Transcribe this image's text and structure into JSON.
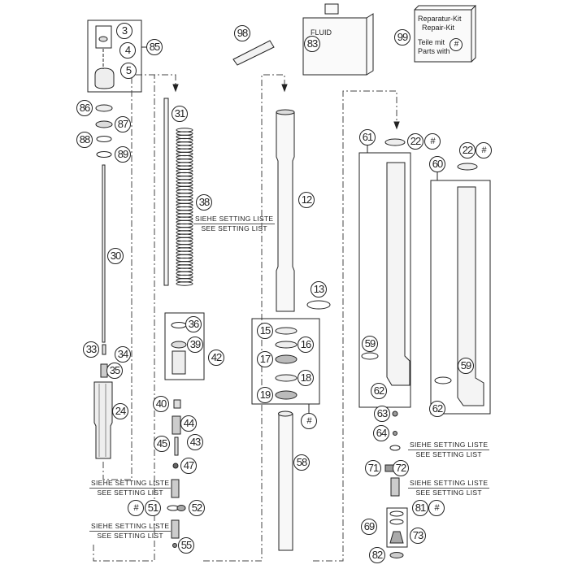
{
  "diagram": {
    "title_hidden": null,
    "fluid_label": "FLUID",
    "repair_kit": {
      "line1": "Reparatur-Kit",
      "line2": "Repair-Kit",
      "line3": "Teile mit",
      "line4": "Parts with",
      "symbol": "#"
    },
    "setting_note": {
      "line1": "SIEHE SETTING LISTE",
      "line2": "SEE SETTING LIST"
    },
    "callouts": [
      "3",
      "4",
      "5",
      "85",
      "98",
      "83",
      "99",
      "86",
      "87",
      "88",
      "89",
      "31",
      "38",
      "30",
      "12",
      "61",
      "22",
      "#",
      "22",
      "#",
      "60",
      "13",
      "36",
      "39",
      "42",
      "15",
      "16",
      "17",
      "18",
      "19",
      "#",
      "33",
      "34",
      "35",
      "24",
      "59",
      "62",
      "59",
      "62",
      "40",
      "44",
      "45",
      "43",
      "47",
      "63",
      "64",
      "71",
      "72",
      "#",
      "51",
      "52",
      "55",
      "58",
      "81",
      "#",
      "69",
      "73",
      "82"
    ],
    "colors": {
      "line": "#222222",
      "part": "#f2f2f2",
      "shade": "#bdbdbd"
    }
  }
}
